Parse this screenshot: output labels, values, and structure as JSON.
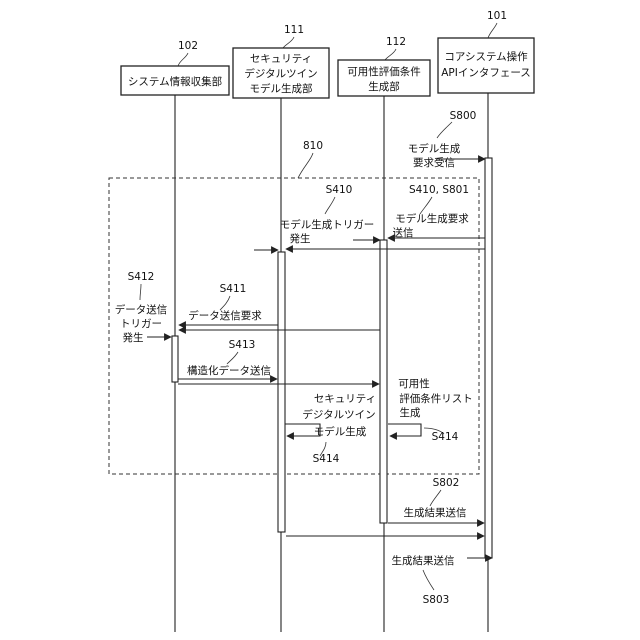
{
  "participants": [
    {
      "ref": "102",
      "line1": "システム情報収集部",
      "line2": "",
      "line3": ""
    },
    {
      "ref": "111",
      "line1": "セキュリティ",
      "line2": "デジタルツイン",
      "line3": "モデル生成部"
    },
    {
      "ref": "112",
      "line1": "可用性評価条件",
      "line2": "生成部",
      "line3": ""
    },
    {
      "ref": "101",
      "line1": "コアシステム操作",
      "line2": "APIインタフェース",
      "line3": ""
    }
  ],
  "frame_ref": "810",
  "steps": {
    "s800": {
      "id": "S800",
      "line1": "モデル生成",
      "line2": "要求受信"
    },
    "s410": {
      "id": "S410",
      "line1": "モデル生成トリガー",
      "line2": "発生"
    },
    "s410_s801": {
      "id": "S410, S801",
      "line1": "モデル生成要求",
      "line2": "送信"
    },
    "s412": {
      "id": "S412",
      "line1": "データ送信",
      "line2": "トリガー",
      "line3": "発生"
    },
    "s411": {
      "id": "S411",
      "line1": "データ送信要求"
    },
    "s413": {
      "id": "S413",
      "line1": "構造化データ送信"
    },
    "s414_left": {
      "id": "S414",
      "line1": "セキュリティ",
      "line2": "デジタルツイン",
      "line3": "モデル生成"
    },
    "s414_right": {
      "id": "S414",
      "line1": "可用性",
      "line2": "評価条件リスト",
      "line3": "生成"
    },
    "s802": {
      "id": "S802",
      "line1": "生成結果送信"
    },
    "s803": {
      "id": "S803",
      "line1": "生成結果送信"
    }
  }
}
